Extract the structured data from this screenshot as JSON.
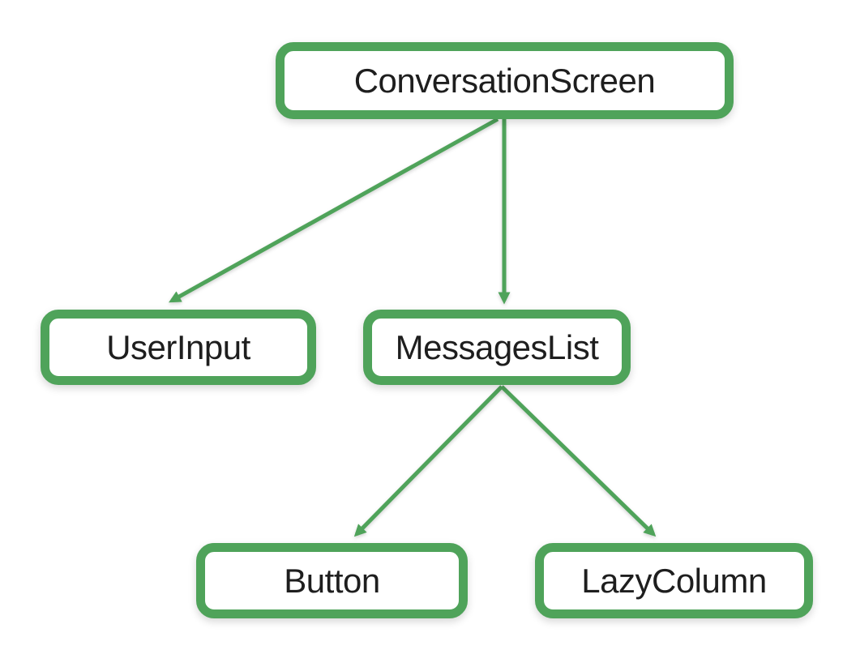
{
  "diagram": {
    "accent_color": "#4FA35A",
    "text_color": "#1E1E1E",
    "background_color": "#FFFFFF",
    "nodes": [
      {
        "id": "conversation-screen",
        "label": "ConversationScreen"
      },
      {
        "id": "user-input",
        "label": "UserInput"
      },
      {
        "id": "messages-list",
        "label": "MessagesList"
      },
      {
        "id": "button",
        "label": "Button"
      },
      {
        "id": "lazy-column",
        "label": "LazyColumn"
      }
    ],
    "edges": [
      {
        "from": "ConversationScreen",
        "to": "UserInput"
      },
      {
        "from": "ConversationScreen",
        "to": "MessagesList"
      },
      {
        "from": "MessagesList",
        "to": "Button"
      },
      {
        "from": "MessagesList",
        "to": "LazyColumn"
      }
    ]
  }
}
